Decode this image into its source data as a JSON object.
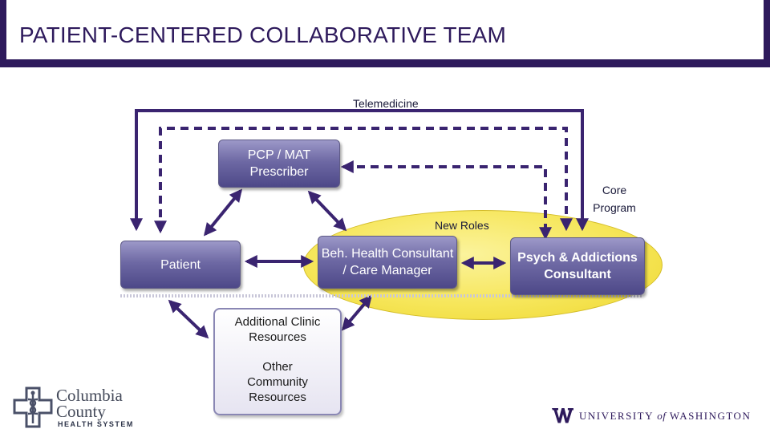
{
  "header": {
    "title": "PATIENT-CENTERED COLLABORATIVE TEAM"
  },
  "labels": {
    "telemedicine": "Telemedicine",
    "core_program": "Core Program",
    "new_roles": "New Roles"
  },
  "nodes": {
    "pcp": "PCP / MAT Prescriber",
    "patient": "Patient",
    "beh_health": "Beh. Health Consultant / Care Manager",
    "psych": "Psych & Addictions Consultant",
    "additional_resources": "Additional Clinic Resources",
    "community_resources": "Other Community Resources"
  },
  "logos": {
    "columbia_name_line1": "Columbia",
    "columbia_name_line2": "County",
    "columbia_sub": "HEALTH SYSTEM",
    "uw_text_1": "UNIVERSITY",
    "uw_text_of": "of",
    "uw_text_2": "WASHINGTON"
  },
  "colors": {
    "title_purple": "#2e1a5c",
    "arrow_purple": "#3a2470",
    "box_purple": "#6e69a4",
    "ellipse_yellow": "#f6e65a"
  }
}
